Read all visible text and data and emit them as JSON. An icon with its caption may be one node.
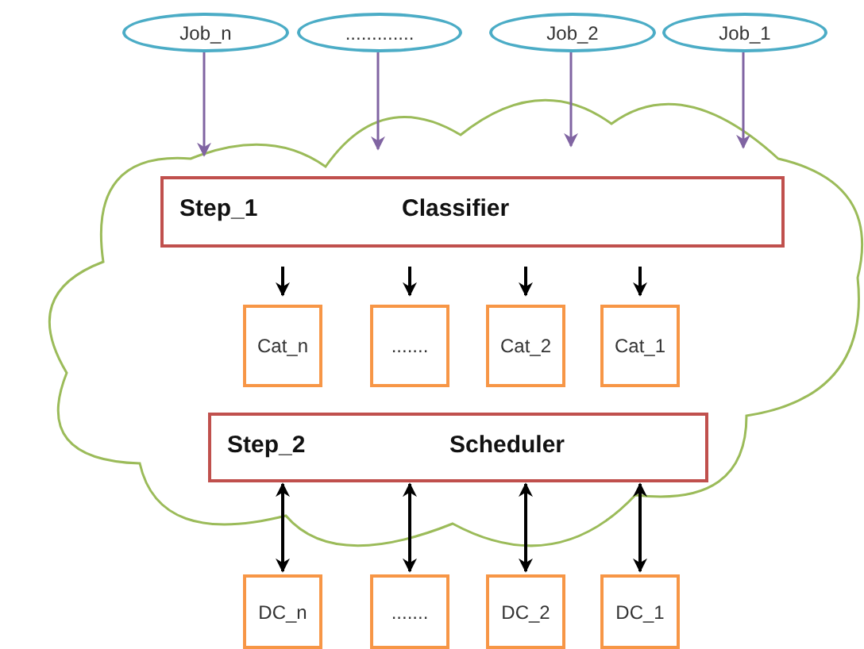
{
  "diagram": {
    "nodes": [
      {
        "text": [
          "Job_n"
        ]
      },
      {
        "text": [
          "............."
        ]
      },
      {
        "text": [
          "Job_2"
        ]
      },
      {
        "text": [
          "Job_1"
        ]
      },
      {
        "text": [],
        "shape": "cloud"
      },
      {
        "text": [
          "Step_1",
          "Classifier"
        ],
        "in": 4
      },
      {
        "text": [
          "Cat_n"
        ],
        "in": 4
      },
      {
        "text": [
          "......."
        ],
        "in": 4
      },
      {
        "text": [
          "Cat_2"
        ],
        "in": 4
      },
      {
        "text": [
          "Cat_1"
        ],
        "in": 4
      },
      {
        "text": [
          "Step_2",
          "Scheduler"
        ],
        "in": 4
      },
      {
        "text": [
          "DC_n"
        ]
      },
      {
        "text": [
          "......."
        ]
      },
      {
        "text": [
          "DC_2"
        ]
      },
      {
        "text": [
          "DC_1"
        ]
      }
    ],
    "edges": [
      {
        "from": 0,
        "to": 4,
        "arrow": "to",
        "color": "#8064a2"
      },
      {
        "from": 1,
        "to": 4,
        "arrow": "to",
        "color": "#8064a2"
      },
      {
        "from": 2,
        "to": 4,
        "arrow": "to",
        "color": "#8064a2"
      },
      {
        "from": 3,
        "to": 4,
        "arrow": "to",
        "color": "#8064a2"
      },
      {
        "from": 5,
        "to": 6,
        "arrow": "to"
      },
      {
        "from": 5,
        "to": 7,
        "arrow": "to"
      },
      {
        "from": 5,
        "to": 8,
        "arrow": "to"
      },
      {
        "from": 5,
        "to": 9,
        "arrow": "to"
      },
      {
        "from": 10,
        "to": 11,
        "arrow": "both"
      },
      {
        "from": 10,
        "to": 12,
        "arrow": "both"
      },
      {
        "from": 10,
        "to": 13,
        "arrow": "both"
      },
      {
        "from": 10,
        "to": 14,
        "arrow": "both"
      }
    ]
  }
}
